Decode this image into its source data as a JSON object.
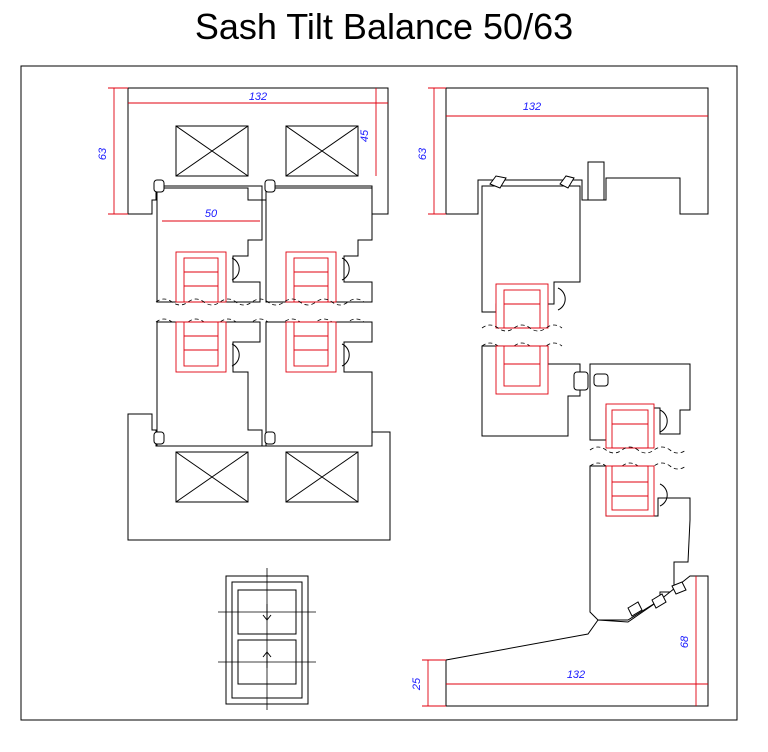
{
  "title": "Sash Tilt Balance 50/63",
  "dimensions": {
    "left_width": "132",
    "left_height": "63",
    "left_glass_depth": "45",
    "left_sash": "50",
    "right_width": "132",
    "right_height": "63",
    "bottom_width": "132",
    "bottom_left": "25",
    "bottom_right": "68"
  },
  "colors": {
    "outline": "#000000",
    "dimension_line": "#e0000f",
    "dimension_text": "#1a1aff"
  },
  "icons": {
    "up_arrow": "arrow-up-icon",
    "down_arrow": "arrow-down-icon"
  }
}
